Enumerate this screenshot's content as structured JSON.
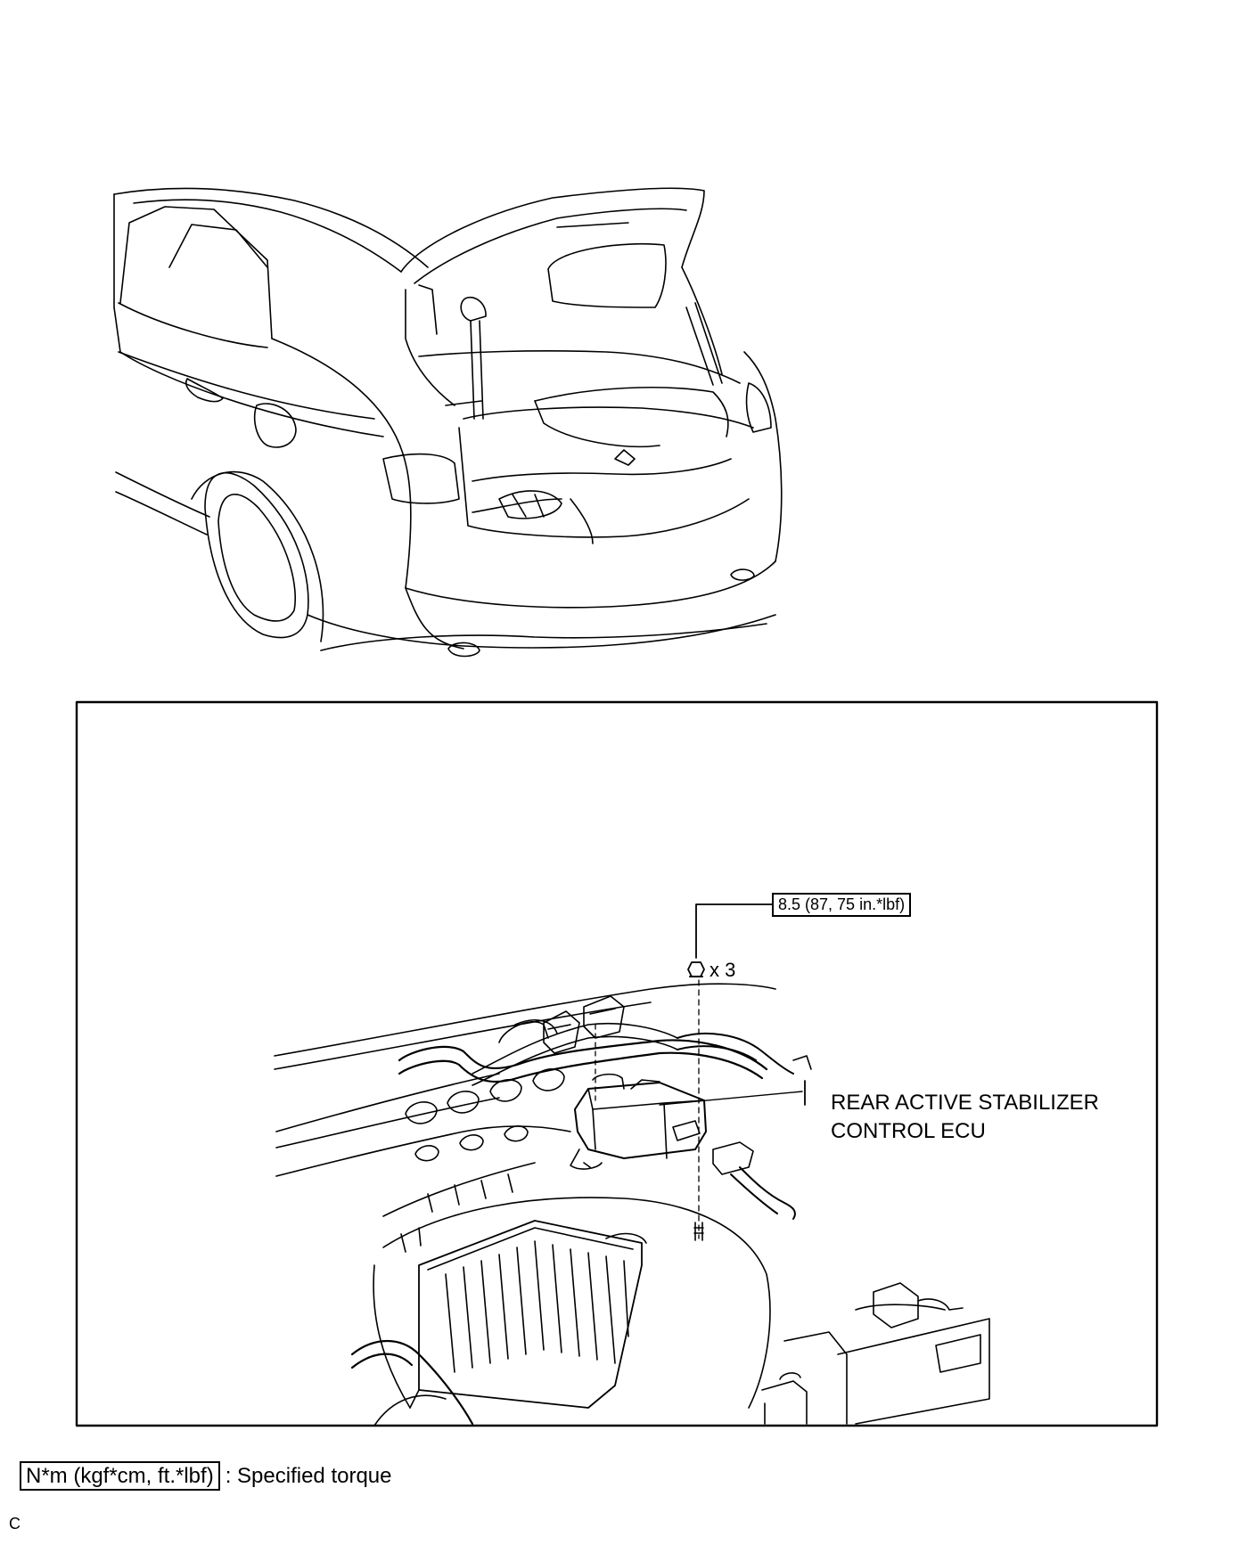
{
  "torque_callout": "8.5 (87, 75 in.*lbf)",
  "fastener_qty": "x 3",
  "component_label_line1": "REAR ACTIVE STABILIZER",
  "component_label_line2": "CONTROL ECU",
  "legend": {
    "unit_box": "N*m (kgf*cm, ft.*lbf)",
    "description": ": Specified torque"
  },
  "corner_code": "C"
}
